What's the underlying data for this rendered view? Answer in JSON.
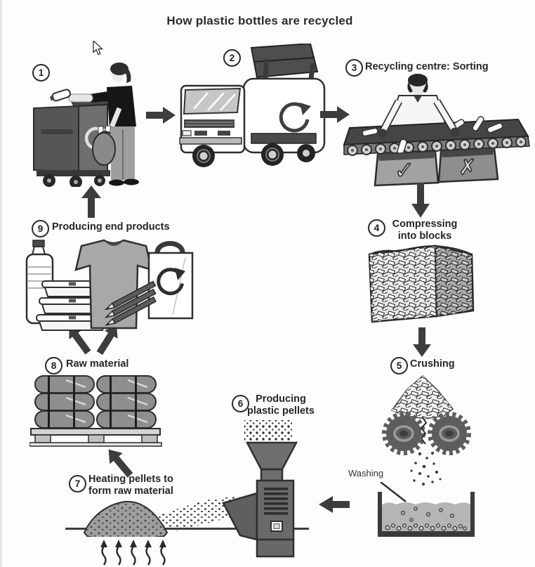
{
  "page": {
    "title": "How plastic bottles are recycled"
  },
  "steps": {
    "s1": {
      "number": "1"
    },
    "s2": {
      "number": "2"
    },
    "s3": {
      "number": "3",
      "label": "Recycling centre: Sorting"
    },
    "s4": {
      "number": "4",
      "line1": "Compressing",
      "line2": "into blocks"
    },
    "s5": {
      "number": "5",
      "label": "Crushing"
    },
    "s6": {
      "number": "6",
      "line1": "Producing",
      "line2": "plastic pellets"
    },
    "s7": {
      "number": "7",
      "line1": "Heating pellets to",
      "line2": "form raw material"
    },
    "s8": {
      "number": "8",
      "label": "Raw material"
    },
    "s9": {
      "number": "9",
      "label": "Producing end products"
    }
  },
  "annotations": {
    "washing": "Washing"
  },
  "sorting_marks": {
    "accept": "✓",
    "reject": "✗"
  },
  "icons": {
    "cursor": "pointer-arrow",
    "recycle": "circular-arrow"
  },
  "colors": {
    "background": "#fdfdfd",
    "ink": "#2a2a2a",
    "arrow": "#3d3d3d",
    "dark_gray": "#555555",
    "mid_gray": "#8e8e8e",
    "light_gray": "#c9c9c9",
    "white": "#ffffff"
  }
}
